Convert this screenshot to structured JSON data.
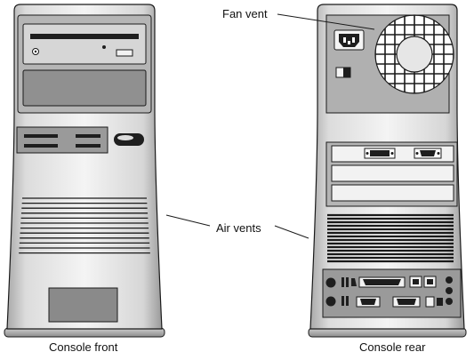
{
  "labels": {
    "fan_vent": "Fan vent",
    "air_vents": "Air vents",
    "console_front": "Console front",
    "console_rear": "Console rear"
  },
  "colors": {
    "outline": "#1a1a1a",
    "panel_gray": "#8a8a8a",
    "body_light": "#e9e9e9",
    "body_mid": "#bdbdbd",
    "dark": "#222222"
  },
  "components": {
    "front": [
      "optical-drive-bay",
      "drive-bay-cover",
      "card-reader-panel",
      "air-vent-grille",
      "front-panel-door"
    ],
    "rear": [
      "power-socket",
      "power-switch",
      "fan-grille",
      "expansion-card-slots",
      "air-vent-grille",
      "rear-io-panel"
    ]
  }
}
